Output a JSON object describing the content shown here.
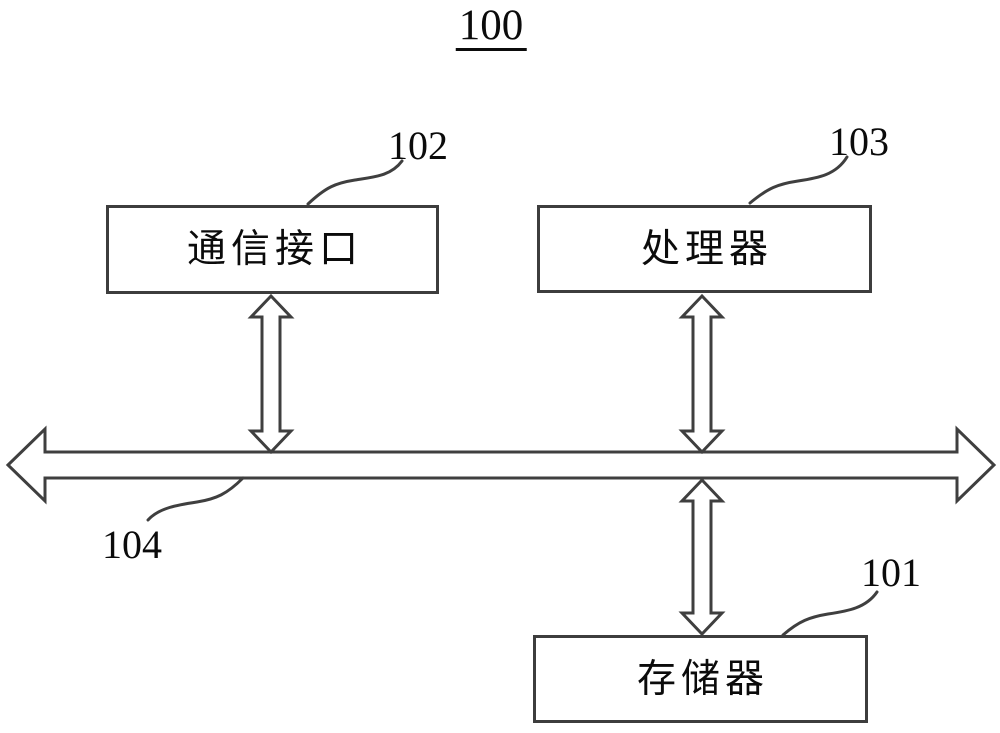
{
  "figure": {
    "title": "100"
  },
  "blocks": [
    {
      "id": "communication-interface",
      "label": "通信接口",
      "ref": "102"
    },
    {
      "id": "processor",
      "label": "处理器",
      "ref": "103"
    },
    {
      "id": "memory",
      "label": "存储器",
      "ref": "101"
    }
  ],
  "bus": {
    "ref": "104"
  },
  "colors": {
    "line": "#3f3f3f",
    "background": "#ffffff",
    "text": "#0b0b0b"
  }
}
